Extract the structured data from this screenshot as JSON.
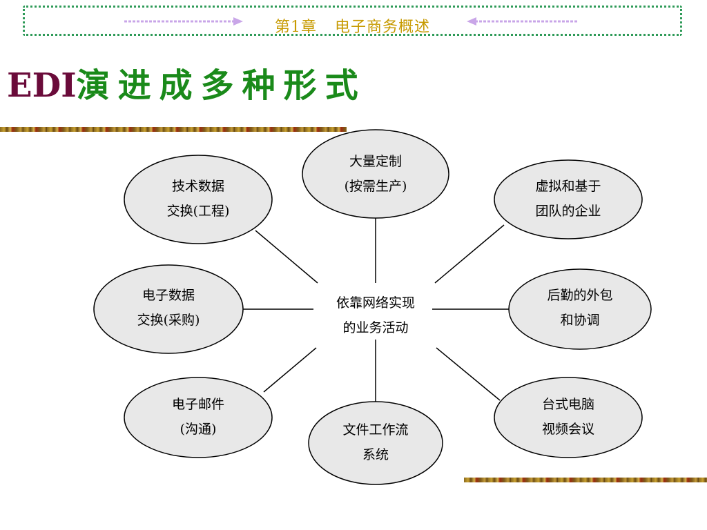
{
  "header": {
    "chapter": "第1章",
    "section": "电子商务概述"
  },
  "title": {
    "prefix": "EDI",
    "main": "演进成多种形式"
  },
  "diagram": {
    "center": {
      "lines": [
        "依靠网络实现",
        "的业务活动"
      ]
    },
    "nodes": [
      {
        "id": "mass-customization",
        "lines": [
          "大量定制",
          "(按需生产)"
        ]
      },
      {
        "id": "edi-engineering",
        "lines": [
          "技术数据",
          "交换(工程)"
        ]
      },
      {
        "id": "virtual-team-enterprise",
        "lines": [
          "虚拟和基于",
          "团队的企业"
        ]
      },
      {
        "id": "edi-procurement",
        "lines": [
          "电子数据",
          "交换(采购)"
        ]
      },
      {
        "id": "logistics-outsourcing",
        "lines": [
          "后勤的外包",
          "和协调"
        ]
      },
      {
        "id": "email-communication",
        "lines": [
          "电子邮件",
          "(沟通)"
        ]
      },
      {
        "id": "workflow-system",
        "lines": [
          "文件工作流",
          "系统"
        ]
      },
      {
        "id": "desktop-video-conference",
        "lines": [
          "台式电脑",
          "视频会议"
        ]
      }
    ]
  },
  "colors": {
    "node_fill": "#e8e8e8",
    "header_border": "#2e9a58",
    "header_text": "#c79a00",
    "arrow": "#c9a6e8",
    "title_prefix": "#6a0b3a",
    "title_main": "#1a8a1a"
  }
}
